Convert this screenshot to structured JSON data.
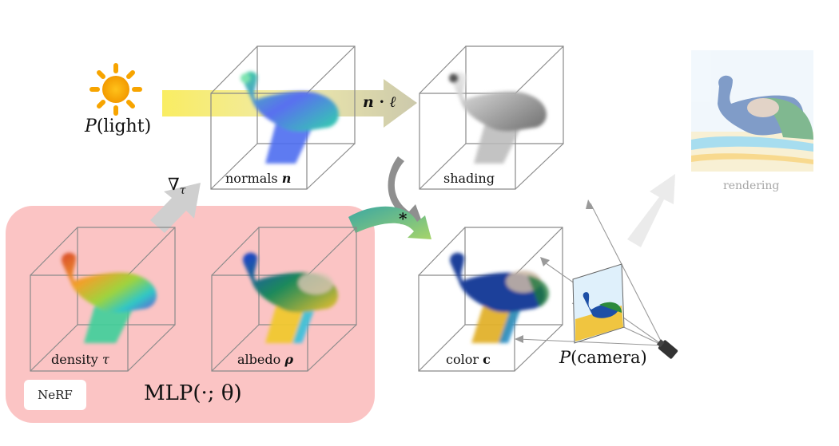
{
  "light": {
    "label_prefix": "P",
    "label_arg": "light"
  },
  "gradient_op": {
    "nabla": "∇",
    "sub": "τ"
  },
  "dot_product": {
    "n": "n",
    "dot": "·",
    "l": "ℓ"
  },
  "multiply_op": "*",
  "boxes": {
    "normals": {
      "label": "normals",
      "symbol": "n"
    },
    "shading": {
      "label": "shading"
    },
    "density": {
      "label": "density",
      "symbol": "τ"
    },
    "albedo": {
      "label": "albedo",
      "symbol": "ρ"
    },
    "color": {
      "label": "color",
      "symbol": "c"
    }
  },
  "camera": {
    "label_prefix": "P",
    "label_arg": "camera"
  },
  "rendering": {
    "label": "rendering"
  },
  "nerf": {
    "badge": "NeRF",
    "mlp": "MLP(·; θ)"
  },
  "colors": {
    "nerf_panel": "#fbc4c4",
    "light_arrow": "#f7e56b",
    "gray_arrow": "#cfcfcf",
    "box_line": "#8a8a8a"
  }
}
